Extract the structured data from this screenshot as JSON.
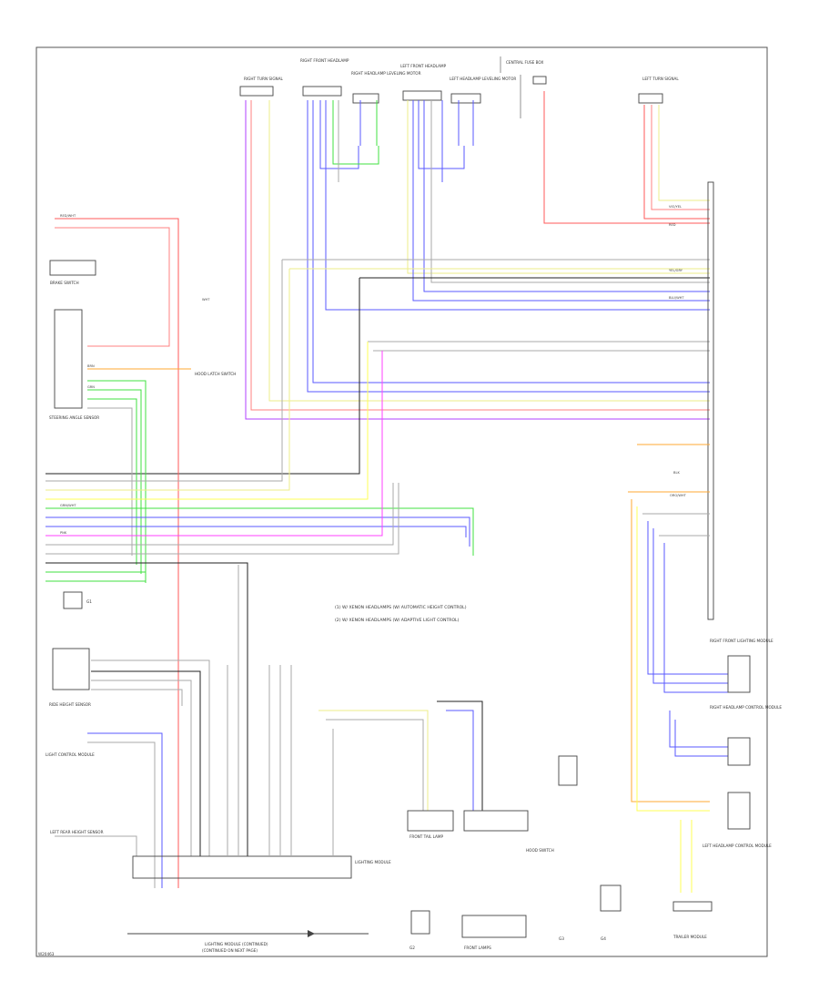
{
  "diagram": {
    "figure_id": "W20463",
    "center_note": [
      "(1) W/ XENON HEADLAMPS (W/ AUTOMATIC HEIGHT CONTROL)",
      "(2) W/ XENON HEADLAMPS (W/ ADAPTIVE LIGHT CONTROL)"
    ],
    "bottom_arrow_label": [
      "LIGHTING MODULE (CONTINUED)",
      "(CONTINUED ON NEXT PAGE)"
    ],
    "components": {
      "right_turn_signal_top": "RIGHT TURN SIGNAL",
      "right_front_headlamp": "RIGHT FRONT HEADLAMP",
      "right_headlamp_leveling": "RIGHT HEADLAMP LEVELING MOTOR",
      "left_front_headlamp": "LEFT FRONT HEADLAMP",
      "left_headlamp_leveling": "LEFT HEADLAMP LEVELING MOTOR",
      "central_fuse": "CENTRAL FUSE BOX",
      "left_turn_signal_top": "LEFT TURN SIGNAL",
      "brake_switch": "BRAKE SWITCH",
      "steering_angle": "STEERING ANGLE SENSOR",
      "hood_latch": "HOOD LATCH SWITCH",
      "ride_height": "RIDE HEIGHT SENSOR",
      "light_control": "LIGHT CONTROL MODULE",
      "left_rear_height": "LEFT REAR HEIGHT SENSOR",
      "right_front_lighting": "RIGHT FRONT LIGHTING MODULE",
      "right_headlamp_mod": "RIGHT HEADLAMP CONTROL MODULE",
      "left_headlamp_mod": "LEFT HEADLAMP CONTROL MODULE",
      "lighting_module": "LIGHTING MODULE",
      "front_tail": "FRONT TAIL LAMP",
      "hood_sw2": "HOOD SWITCH",
      "front_lamp_bottom": "FRONT LAMPS",
      "trailer_module": "TRAILER MODULE",
      "ground_g1": "G1",
      "ground_g2": "G2",
      "ground_g3": "G3",
      "ground_g4": "G4"
    },
    "wire_codes": {
      "red_wht": "RED/WHT",
      "vio_yel": "VIO/YEL",
      "wht": "WHT",
      "yel_gry": "YEL/GRY",
      "blu_wht": "BLU/WHT",
      "grn_wht": "GRN/WHT",
      "brn": "BRN",
      "red": "RED",
      "blk": "BLK",
      "grn": "GRN",
      "org_wht": "ORG/WHT",
      "pnk": "PNK"
    }
  },
  "colors": {
    "red": "#ff5a5a",
    "pink_red": "#ff8080",
    "yellow": "#ffff55",
    "light_yellow": "#eeee88",
    "blue": "#5a5aff",
    "purple": "#b040ff",
    "green": "#40e040",
    "magenta": "#ff40ff",
    "orange": "#ffaa33",
    "gray": "#aaaaaa",
    "black": "#222222",
    "frame": "#555555"
  }
}
